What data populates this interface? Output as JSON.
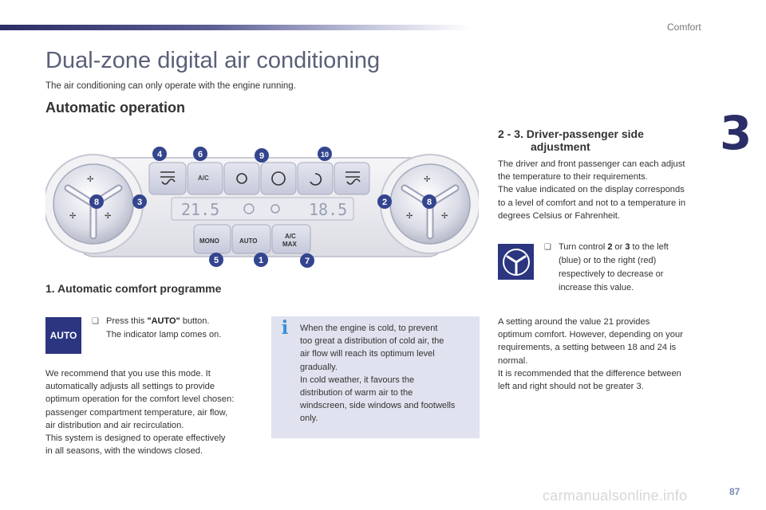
{
  "header": {
    "section": "Comfort",
    "chapter": "3"
  },
  "title": "Dual-zone digital air conditioning",
  "intro": "The air conditioning can only operate with the engine running.",
  "heading_auto": "Automatic operation",
  "panel": {
    "display_left": "21.5",
    "display_right": "18.5",
    "button_labels": {
      "ac": "A/C",
      "mono": "MONO",
      "auto": "AUTO",
      "ac_max_1": "A/C",
      "ac_max_2": "MAX"
    },
    "callouts": [
      "4",
      "6",
      "9",
      "10",
      "8",
      "3",
      "2",
      "8",
      "5",
      "1",
      "7"
    ]
  },
  "left": {
    "heading": "1. Automatic comfort programme",
    "auto_badge": "AUTO",
    "bullet_pre": "Press this ",
    "bullet_bold": "\"AUTO\"",
    "bullet_post": " button.",
    "bullet_line2": "The indicator lamp comes on.",
    "para": [
      "We recommend that you use this mode. It",
      "automatically adjusts all settings to provide",
      "optimum operation for the comfort level chosen:",
      "passenger compartment temperature, air flow,",
      "air distribution and air recirculation.",
      "This system is designed to operate effectively",
      "in all seasons, with the windows closed."
    ]
  },
  "info": {
    "icon": "i",
    "lines": [
      "When the engine is cold, to prevent",
      "too great a distribution of cold air, the",
      "air flow will reach its optimum level",
      "gradually.",
      "In cold weather, it favours the",
      "distribution of warm air to the",
      "windscreen, side windows and footwells",
      "only."
    ]
  },
  "right": {
    "heading_line1": "2 - 3. Driver-passenger side",
    "heading_line2": "adjustment",
    "para1": [
      "The driver and front passenger can each adjust",
      "the temperature to their requirements.",
      "The value indicated on the display corresponds",
      "to a level of comfort and not to a temperature in",
      "degrees Celsius or Fahrenheit."
    ],
    "bullet_pre": "Turn control ",
    "bullet_b1": "2",
    "bullet_mid": " or ",
    "bullet_b2": "3",
    "bullet_post": " to the left",
    "bullet_lines": [
      "(blue) or to the right (red)",
      "respectively to decrease or",
      "increase this value."
    ],
    "para2": [
      "A setting around the value 21 provides",
      "optimum comfort. However, depending on your",
      "requirements, a setting between 18 and 24 is",
      "normal.",
      "It is recommended that the difference between",
      "left and right should not be greater 3."
    ]
  },
  "footer": {
    "page_number": "87",
    "watermark": "carmanualsonline.info"
  },
  "colors": {
    "brand_dark": "#2b2d66",
    "badge_blue": "#2b3580",
    "callout_blue": "#34458f",
    "info_bg": "#e0e2ef"
  }
}
